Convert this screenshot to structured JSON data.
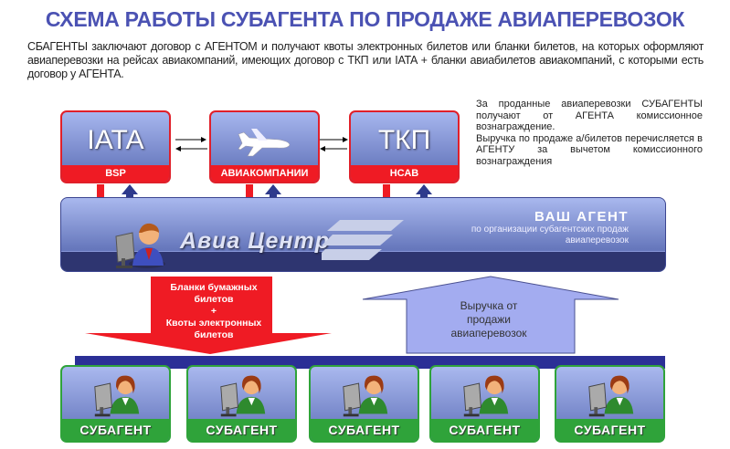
{
  "title": "СХЕМА РАБОТЫ СУБАГЕНТА ПО ПРОДАЖЕ АВИАПЕРЕВОЗОК",
  "intro": "СБАГЕНТЫ заключают договор с  АГЕНТОМ  и получают квоты электронных билетов или бланки билетов, на которых оформляют авиаперевозки на рейсах авиакомпаний, имеющих договор  с ТКП или IATA + бланки авиабилетов авиакомпаний, с которыми есть договор у АГЕНТА.",
  "note": {
    "line1": "За проданные авиаперевозки СУБАГЕНТЫ получают от АГЕНТА комиссионное вознаграждение.",
    "line2": "Выручка по продаже а/билетов перечисляется в АГЕНТУ за вычетом комиссионного вознаграждения"
  },
  "top_boxes": [
    {
      "title": "IATA",
      "label": "BSP"
    },
    {
      "title": "",
      "label": "АВИАКОМПАНИИ"
    },
    {
      "title": "ТКП",
      "label": "НСАВ"
    }
  ],
  "agent": {
    "title": "ВАШ АГЕНТ",
    "subtitle1": "по организации субагентских продаж",
    "subtitle2": "авиаперевозок",
    "logo": "Авиа Центр"
  },
  "down_arrow": {
    "line1": "Бланки бумажных",
    "line2": "билетов",
    "line3": "+",
    "line4": "Квоты электронных",
    "line5": "билетов"
  },
  "up_arrow": {
    "line1": "Выручка от",
    "line2": "продажи",
    "line3": "авиаперевозок"
  },
  "subagents": [
    "СУБАГЕНТ",
    "СУБАГЕНТ",
    "СУБАГЕНТ",
    "СУБАГЕНТ",
    "СУБАГЕНТ"
  ],
  "colors": {
    "title": "#4b52b3",
    "red": "#ef1b24",
    "green": "#2fa33a",
    "navy": "#2e3570"
  }
}
